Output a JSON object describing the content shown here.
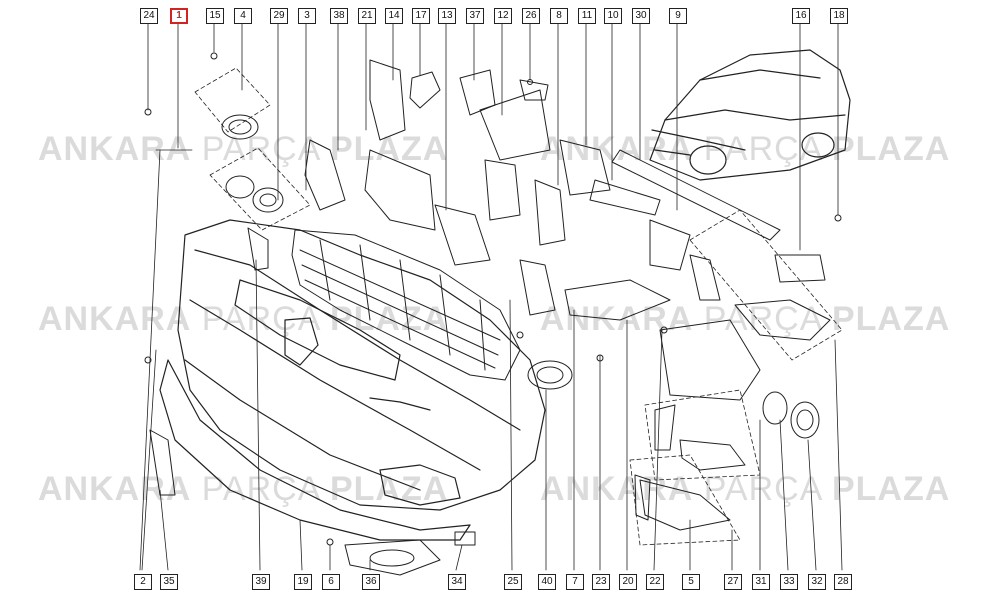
{
  "watermark": {
    "part1": "ANKARA",
    "part2": "PARÇA",
    "part3": "PLAZA"
  },
  "highlight_color": "#d32222",
  "labels_top": [
    "24",
    "1",
    "15",
    "4",
    "29",
    "3",
    "38",
    "21",
    "14",
    "17",
    "13",
    "37",
    "12",
    "26",
    "8",
    "11",
    "10",
    "30",
    "9",
    "16",
    "18"
  ],
  "labels_bottom": [
    "2",
    "35",
    "39",
    "19",
    "6",
    "36",
    "34",
    "25",
    "40",
    "7",
    "23",
    "20",
    "22",
    "5",
    "27",
    "31",
    "33",
    "32",
    "28"
  ],
  "highlighted": "1"
}
